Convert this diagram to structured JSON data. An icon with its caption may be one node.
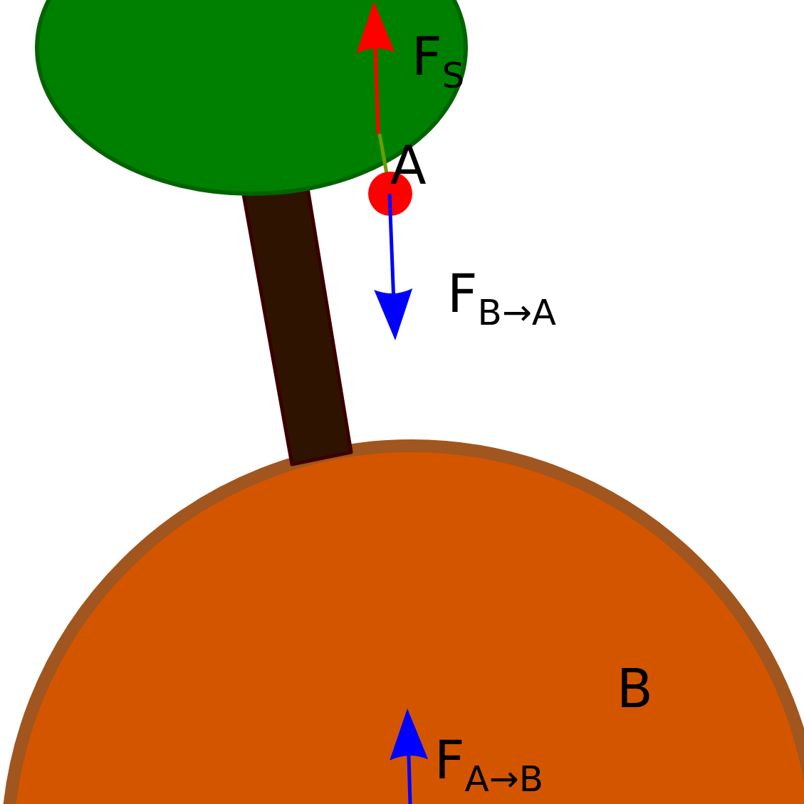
{
  "diagram": {
    "labels": [
      "F$_{S}$",
      "A",
      "F$_{B→A}$",
      "B",
      "F$_{A→B}$"
    ]
  }
}
